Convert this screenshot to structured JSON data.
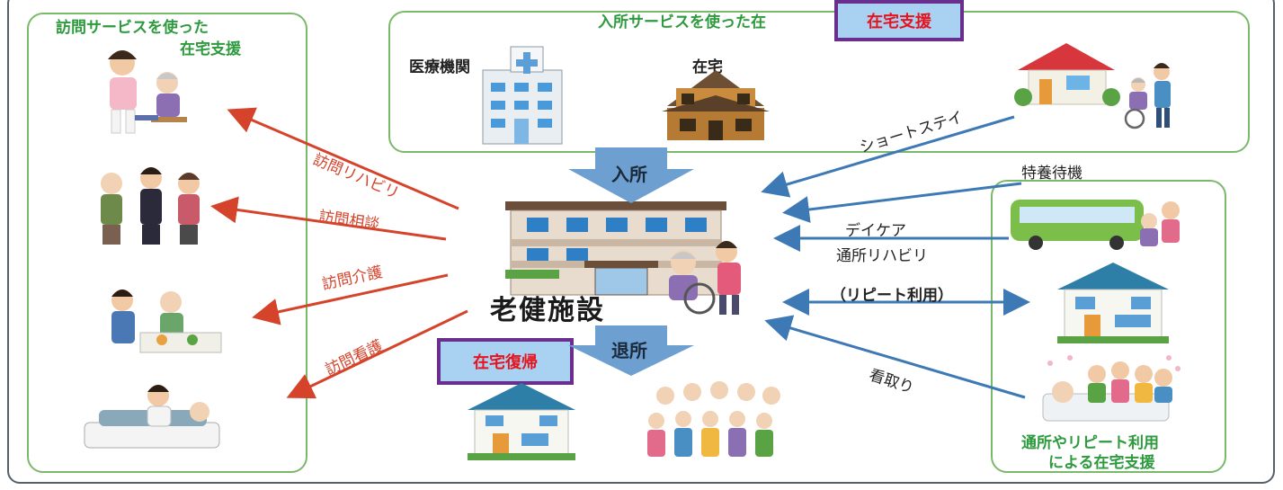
{
  "left_panel": {
    "title_line1": "訪問サービスを使った",
    "title_line2": "在宅支援"
  },
  "top_panel": {
    "title": "入所サービスを使った在",
    "hospital_label": "医療機関",
    "home_label": "在宅"
  },
  "right_panel": {
    "title_line1": "通所やリピート利用",
    "title_line2": "による在宅支援"
  },
  "badges": {
    "top": "在宅支援",
    "bottom": "在宅復帰"
  },
  "center": {
    "facility_label": "老健施設",
    "admission_label": "入所",
    "discharge_label": "退所"
  },
  "arrows_left": [
    "訪問リハビリ",
    "訪問相談",
    "訪問介護",
    "訪問看護"
  ],
  "arrows_right": {
    "short_stay": "ショートステイ",
    "waiting": "特養待機",
    "daycare_line1": "デイケア",
    "daycare_line2": "通所リハビリ",
    "repeat": "（リピート利用）",
    "mitori": "看取り"
  },
  "colors": {
    "red_arrow": "#d6432b",
    "blue_arrow": "#3d79b5",
    "badge_bg": "#a9d2f2",
    "badge_border": "#6a2f8e",
    "badge_text": "#e5141e",
    "panel_green": "#2e9a3e"
  },
  "icons": [
    "hospital-icon",
    "house-icon",
    "nursing-facility-icon",
    "caregiver-icon",
    "bus-icon",
    "family-group-icon"
  ]
}
